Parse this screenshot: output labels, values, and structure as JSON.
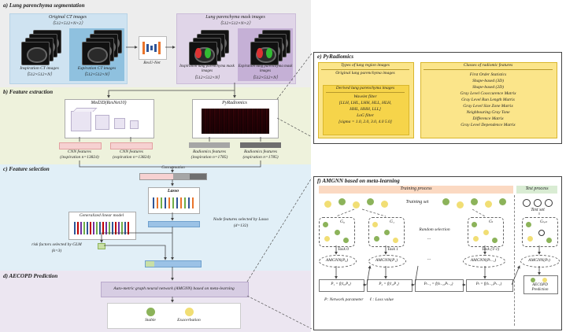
{
  "sections": {
    "a": "a) Lung parenchyma segmentation",
    "b": "b) Feature extraction",
    "c": "c) Feature selection",
    "d": "d) AECOPD Prediction",
    "e": "e) PyRadiomics",
    "f": "f) AMGNN based on meta-learning"
  },
  "seg": {
    "ct_title": "Original CT images",
    "ct_dim": "（512×512×N×2）",
    "insp_ct": "Inspiration CT images",
    "exp_ct": "Expiration CT images",
    "dim_n": "（512×512×N）",
    "resunet": "ResU-Net",
    "mask_title": "Lung parenchyma mask images",
    "mask_dim": "（512×512×N×2）",
    "insp_mask": "Inspiration lung parenchyma mask images",
    "exp_mask": "Expiration lung parenchyma mask images"
  },
  "extract": {
    "med3d": "Med3D(ResNet10)",
    "pyradiomics": "PyRadiomics",
    "cnn_insp_1": "CNN features",
    "cnn_insp_2": "(inspiration n=13824)",
    "cnn_exp_1": "CNN features",
    "cnn_exp_2": "(expiration n=13824)",
    "rad_insp_1": "Radiomics features",
    "rad_insp_2": "(inspiration n=1785)",
    "rad_exp_1": "Radiomics features",
    "rad_exp_2": "(expiration n=1785)",
    "concat": "Concatenation"
  },
  "select": {
    "lasso": "Lasso",
    "glm": "Generalized linear model",
    "node_feat_1": "Node features selected by Lasso",
    "node_feat_2": "(d=132)",
    "risk_1": "risk  factors selected by GLM",
    "risk_2": "(k=3)"
  },
  "predict": {
    "amgnn": "Auto-metric graph neural network (AMGNN) based on meta-learning",
    "stable": "Stable",
    "exacerbation": "Exacerbation"
  },
  "pyrad": {
    "types_title": "Types of lung region images",
    "orig": "Original lung parenchyma images",
    "derived": "Derived lung parenchyma images",
    "wavelet": "Wavelet filter",
    "wavelet_list_1": "[LLH, LHL, LHH, HLL, HLH,",
    "wavelet_list_2": "HHL, HHH, LLL]",
    "log": "LoG filter",
    "sigma": "[sigma = 1.0, 2.0, 3.0, 4.0 5.0]",
    "classes_title": "Classes of radiomic features",
    "classes": [
      "First Order Statistics",
      "Shape-based (3D)",
      "Shape-based (2D)",
      "Gray Level Cooccurence Matrix",
      "Gray Level Run Length Matrix",
      "Gray Level Size Zone Matrix",
      "Neighbouring Gray Tone",
      "Difference Matrix",
      "Gray Level Dependence Matrix"
    ]
  },
  "amgnn": {
    "training": "Training process",
    "test": "Test process",
    "training_set": "Training set",
    "test_set": "Test set",
    "random": "Random selection",
    "dots": "...",
    "task0": "Task 0",
    "task1": "Task 1",
    "taskT": "Task (T-1)",
    "g0": "G₀",
    "g1": "G₁",
    "gt": "Gₜ",
    "gtest": "Gₜₑₛₜ",
    "amg0": "AMGNN(P₀)",
    "amg1": "AMGNN(P₁)",
    "amgT": "AMGNN(Pₜ₋₁)",
    "amgTest": "AMGNN(Pₜ)",
    "p1": "P₁ = f(ℓ₀,P₀)",
    "p2": "P₂ = f(ℓ₁,P₁)",
    "pT1": "Pₜ₋₁ = f(ℓₜ₋₂,Pₜ₋₂)",
    "pT": "Pₜ = f(ℓₜ₋₁,Pₜ₋₁)",
    "legend": "P: Network parameter      ℓ : Loss value",
    "aecopd_1": "AECOPD",
    "aecopd_2": "Prediction"
  },
  "colors": {
    "seg_bg": "#ededed",
    "extract_bg": "#eef2dc",
    "select_bg": "#e1eff7",
    "predict_bg": "#ece6f1",
    "yellow": "#f6d44a",
    "training_bg": "#fbd9c2",
    "test_bg": "#d9ecd3",
    "stable": "#8cb35a",
    "exacerbation": "#f1de74"
  }
}
